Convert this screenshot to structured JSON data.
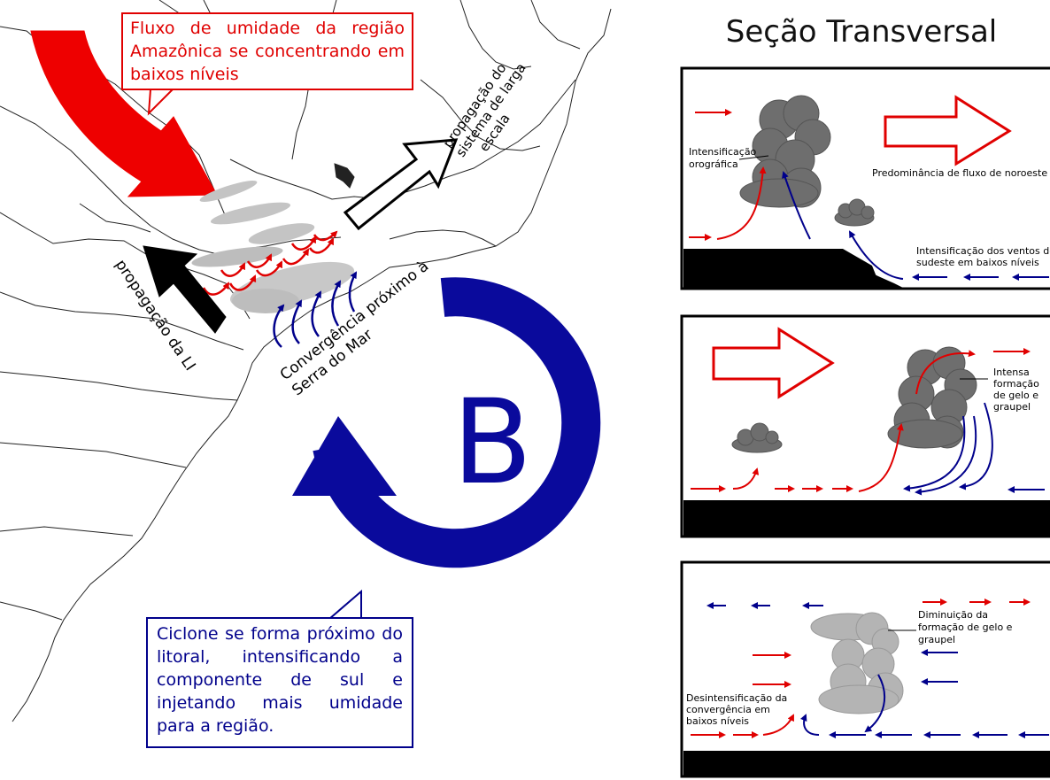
{
  "colors": {
    "warm_flow": "#e00000",
    "cold_flow": "#00008b",
    "cyclone": "#0a0a9c",
    "cloud_dark": "#6e6e6e",
    "cloud_light": "#b4b4b4",
    "terrain": "#000000"
  },
  "map": {
    "callout_red": "Fluxo de umidade da região Amazônica se concentrando em baixos níveis",
    "callout_blue": "Ciclone se forma próximo do litoral, intensificando a componente de sul e injetando  mais umidade para a região.",
    "label_large_scale": [
      "propagação do",
      "sistema de larga",
      "escala"
    ],
    "label_li": "propagação da LI",
    "label_convergence": [
      "Convergência próximo à",
      "Serra do Mar"
    ],
    "cyclone_letter": "B"
  },
  "section": {
    "title": "Seção Transversal",
    "panel1": {
      "orographic": [
        "Intensificação",
        "orográfica"
      ],
      "northwest": "Predominância de fluxo de noroeste",
      "southeast": [
        "Intensificação dos ventos de",
        "sudeste em baixos níveis"
      ]
    },
    "panel2": {
      "ice": [
        "Intensa",
        "formação",
        "de gelo e",
        "graupel"
      ]
    },
    "panel3": {
      "decrease": [
        "Diminuição da",
        "formação de gelo e",
        "graupel"
      ],
      "weakening": [
        "Desintensificação da",
        "convergência em",
        "baixos níveis"
      ]
    }
  }
}
